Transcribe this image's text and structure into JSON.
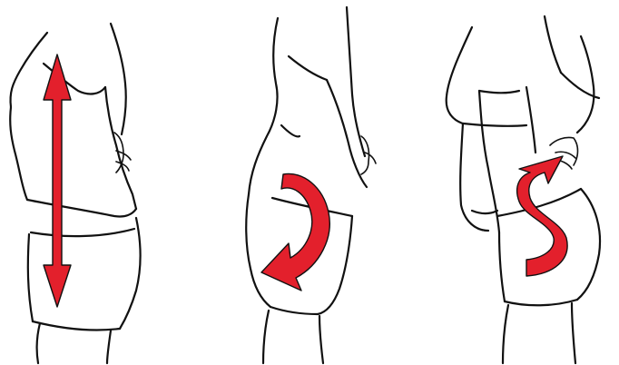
{
  "colors": {
    "arrow_fill": "#e3202c",
    "arrow_outline": "#111111",
    "line": "#111111",
    "background": "#ffffff"
  },
  "panels": [
    {
      "id": "panel-1",
      "figure": "side-view-torso-hip",
      "arrow_icon": "vertical-double-arrow-icon"
    },
    {
      "id": "panel-2",
      "figure": "side-view-torso-hip",
      "arrow_icon": "counterclockwise-curved-arrow-icon"
    },
    {
      "id": "panel-3",
      "figure": "side-view-torso-hip",
      "arrow_icon": "clockwise-curved-arrow-icon"
    }
  ]
}
